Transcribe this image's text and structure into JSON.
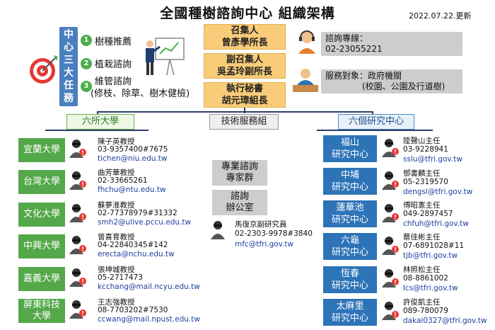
{
  "header": {
    "title": "全國種樹諮詢中心 組織架構",
    "date": "2022.07.22.更新"
  },
  "missions": {
    "label_chars": [
      "中",
      "心",
      "三",
      "大",
      "任",
      "務"
    ],
    "items": [
      {
        "num": "1",
        "text": "樹種推薦"
      },
      {
        "num": "2",
        "text": "植栽諮詢"
      },
      {
        "num": "3",
        "text": "維管諮詢",
        "sub": "(修枝、除草、樹木健檢)"
      }
    ]
  },
  "leaders": [
    {
      "line1": "召集人",
      "line2": "曾彥學所長"
    },
    {
      "line1": "副召集人",
      "line2": "吳孟玲副所長"
    },
    {
      "line1": "執行秘書",
      "line2": "胡元璋組長"
    }
  ],
  "hotline": {
    "label": "諮詢專線：",
    "number": "02-23055221"
  },
  "service": {
    "label": "服務對象：政府機關",
    "sub": "(校園、公園及行道樹)"
  },
  "groups": {
    "left": "六所大學",
    "middle": "技術服務組",
    "right": "六個研究中心"
  },
  "universities": [
    {
      "name": "宜蘭大學",
      "person": "陳子英教授",
      "phone": "03-9357400#7675",
      "email": "tichen@niu.edu.tw"
    },
    {
      "name": "台灣大學",
      "person": "曲芳華教授",
      "phone": "02-33665261",
      "email": "fhchu@ntu.edu.tw"
    },
    {
      "name": "文化大學",
      "person": "蘇夢淮教授",
      "phone": "02-77378979#31332",
      "email": "smh2@ulive.pccu.edu.tw"
    },
    {
      "name": "中興大學",
      "person": "曾喜育教授",
      "phone": "04-22840345#142",
      "email": "erecta@nchu.edu.tw"
    },
    {
      "name": "嘉義大學",
      "person": "張坤城教授",
      "phone": "05-2717473",
      "email": "kcchang@mail.ncyu.edu.tw"
    },
    {
      "name": "屏東科技\n大學",
      "name1": "屏東科技",
      "name2": "大學",
      "person": "王志強教授",
      "phone": "08-7703202#7530",
      "email": "ccwang@mail.npust.edu.tw"
    }
  ],
  "tech": {
    "btn1": {
      "line1": "專業諮詢",
      "line2": "專家群"
    },
    "btn2": {
      "line1": "諮詢",
      "line2": "辦公室"
    },
    "contact": {
      "person": "馬復京副研究員",
      "phone": "02-2303-9978#3840",
      "email": "mfc@tfri.gov.tw"
    }
  },
  "centers": [
    {
      "line1": "福山",
      "line2": "研究中心",
      "person": "陸聲山主任",
      "phone": "03-9228941",
      "email": "sslu@tfri.gov.tw"
    },
    {
      "line1": "中埔",
      "line2": "研究中心",
      "person": "鄧書麟主任",
      "phone": "05-2319570",
      "email": "dengsl@tfri.gov.tw"
    },
    {
      "line1": "蓮華池",
      "line2": "研究中心",
      "person": "傅昭憲主任",
      "phone": "049-2897457",
      "email": "chfuh@tfri.gov.tw"
    },
    {
      "line1": "六龜",
      "line2": "研究中心",
      "person": "蔡佳彬主任",
      "phone": "07-6891028#11",
      "email": "tjb@tfri.gov.tw"
    },
    {
      "line1": "恆春",
      "line2": "研究中心",
      "person": "林照松主任",
      "phone": "08-8861002",
      "email": "lcs@tfri.gov.tw"
    },
    {
      "line1": "太麻里",
      "line2": "研究中心",
      "person": "許俊凱主任",
      "phone": "089-780079",
      "email": "dakai0327@tfri.gov.tw"
    }
  ],
  "colors": {
    "green": "#54a84a",
    "blue": "#2d73b7",
    "gold": "#f9cc79",
    "navy": "#2c3e6a"
  }
}
